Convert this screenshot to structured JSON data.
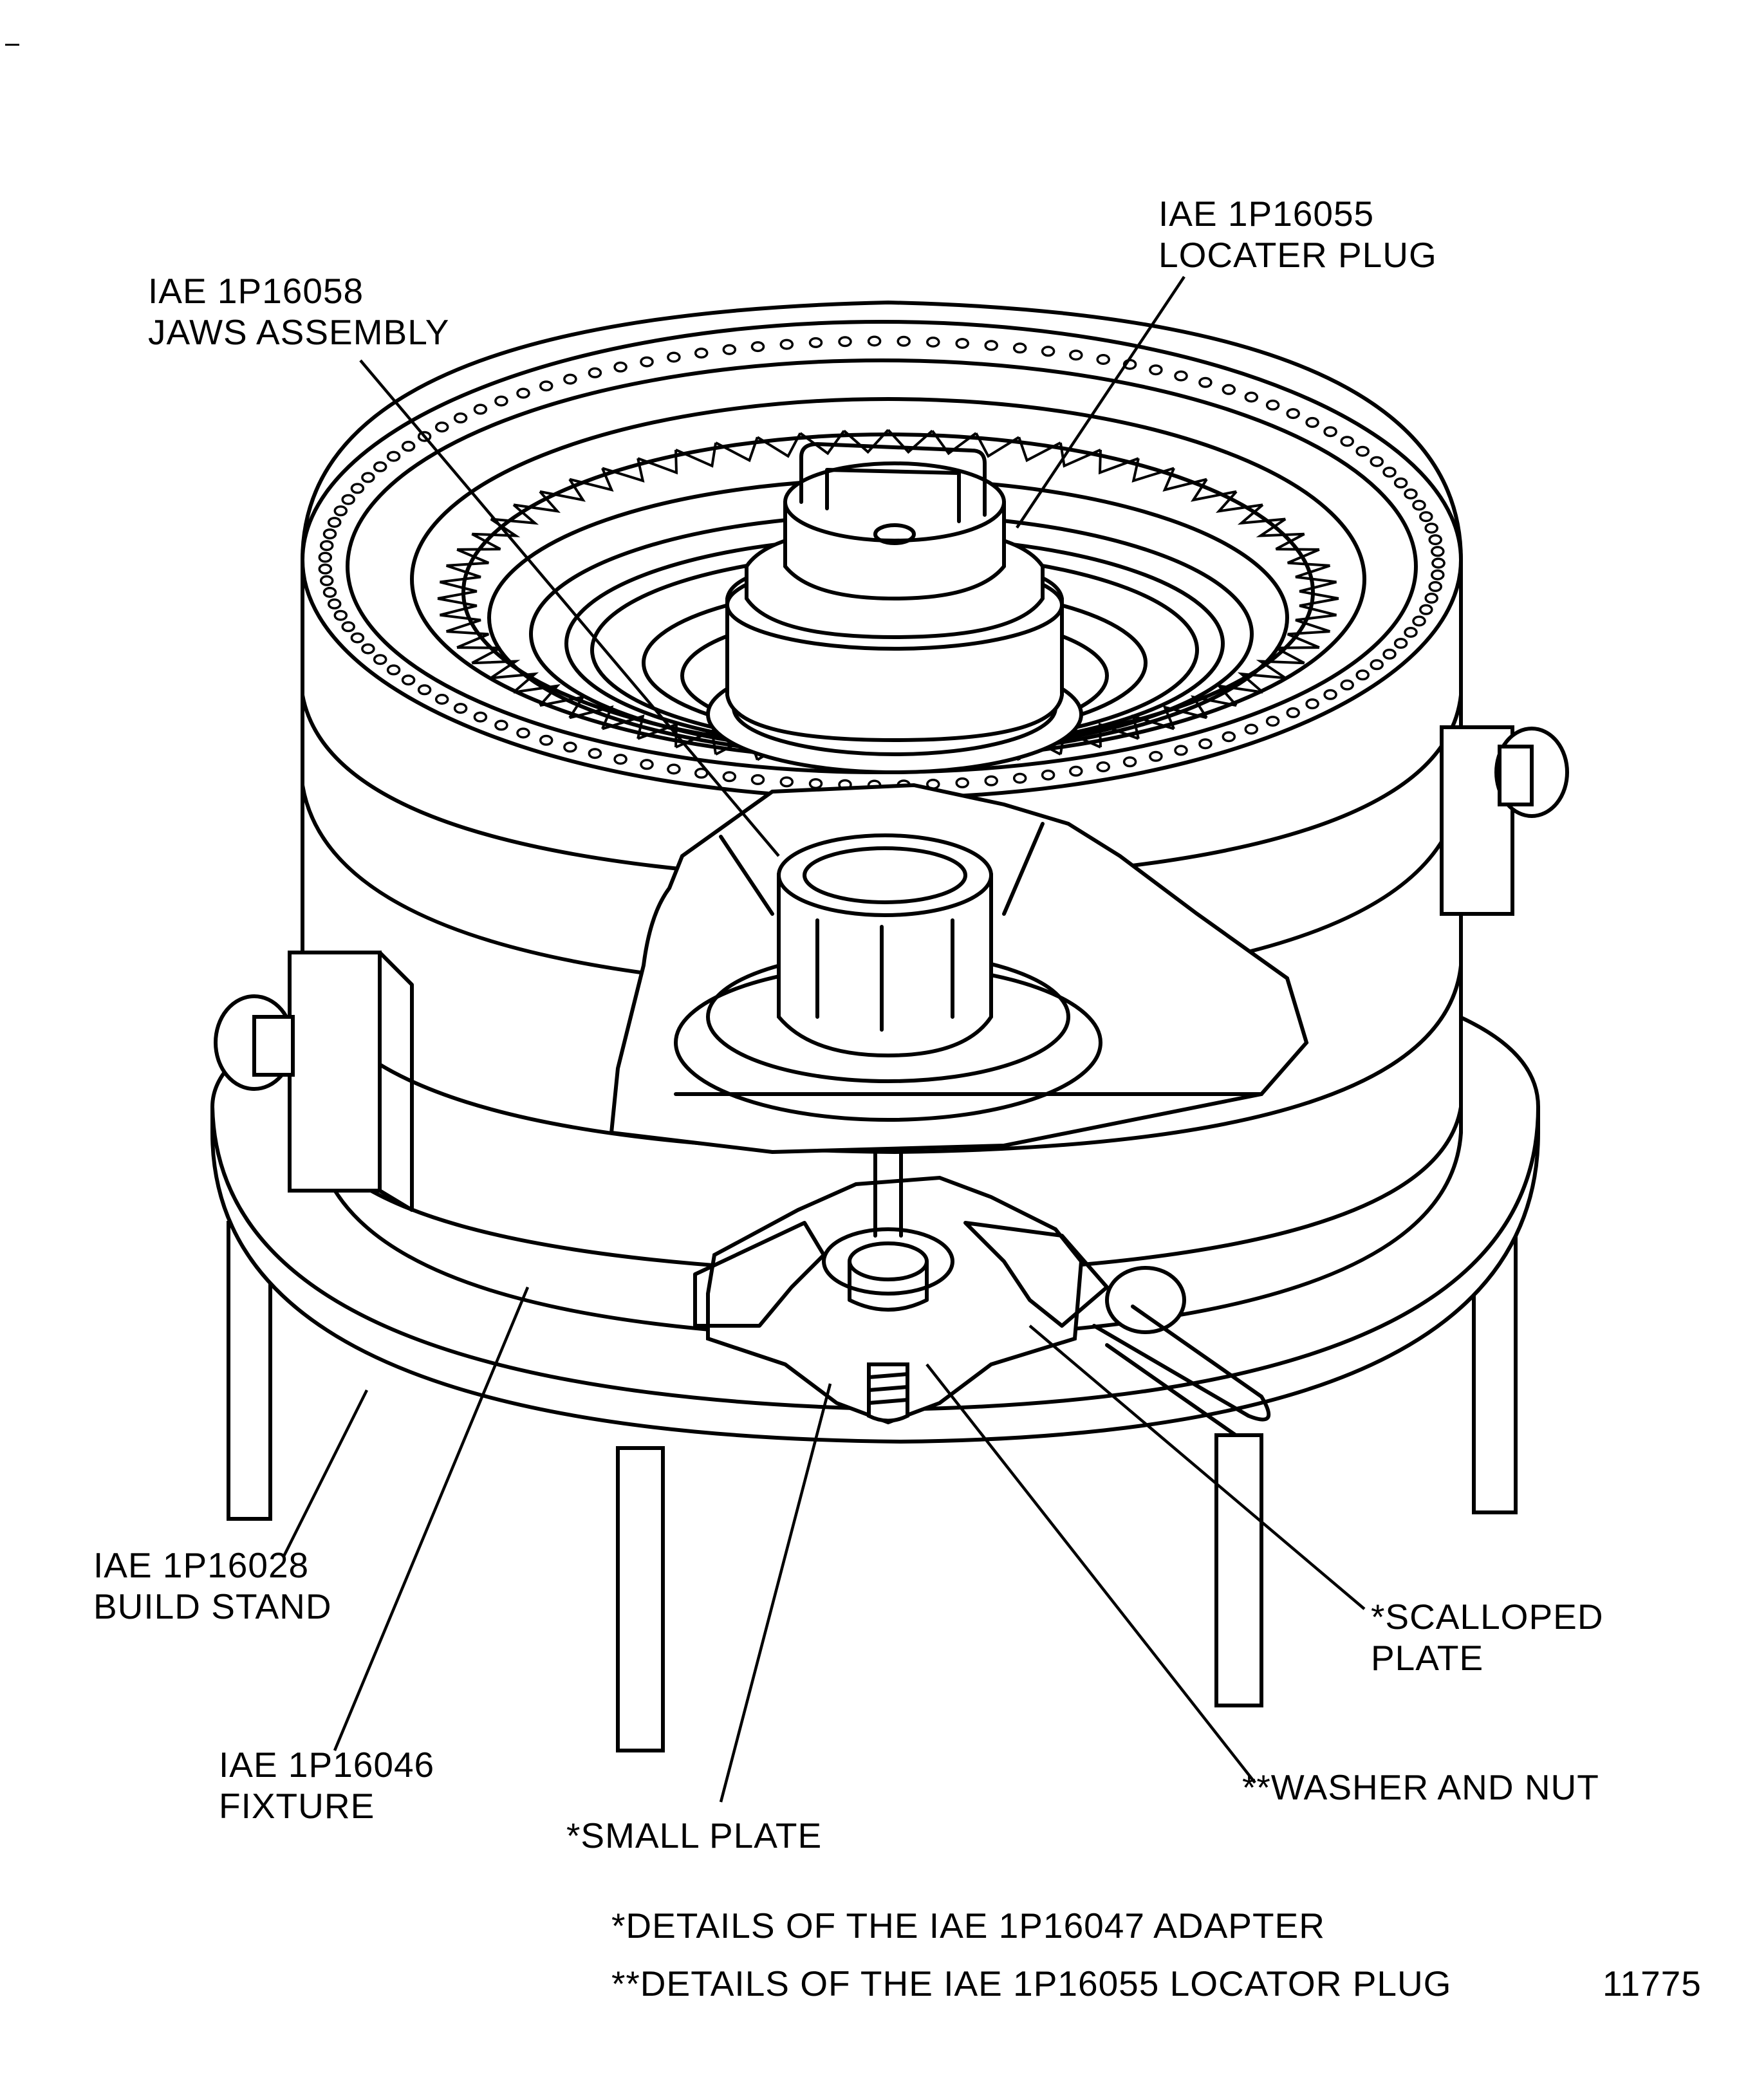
{
  "callouts": {
    "locater_plug": [
      "IAE 1P16055",
      "LOCATER PLUG"
    ],
    "jaws_assembly": [
      "IAE 1P16058",
      "JAWS ASSEMBLY"
    ],
    "build_stand": [
      "IAE 1P16028",
      "BUILD STAND"
    ],
    "fixture": [
      "IAE 1P16046",
      "FIXTURE"
    ],
    "scalloped_plate": [
      "*SCALLOPED",
      "PLATE"
    ],
    "washer_and_nut": "**WASHER AND NUT",
    "small_plate": "*SMALL PLATE"
  },
  "notes": {
    "adapter": "*DETAILS OF THE IAE 1P16047  ADAPTER",
    "locator": "**DETAILS OF THE IAE 1P16055  LOCATOR PLUG"
  },
  "figure_number": "11775"
}
